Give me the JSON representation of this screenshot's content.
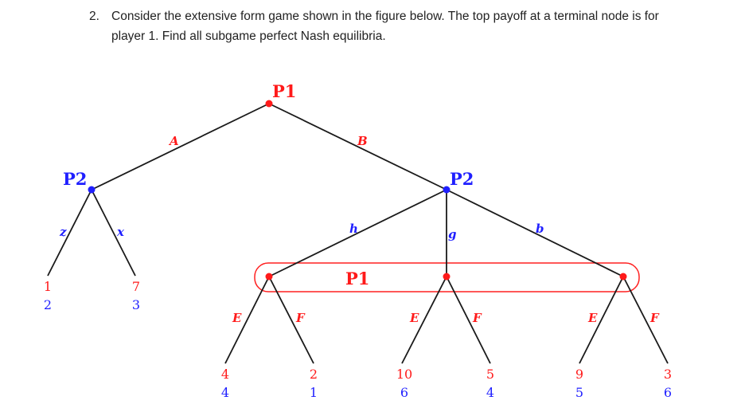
{
  "question": {
    "number": "2.",
    "line1": "Consider the extensive form game shown in the figure below. The top payoff at a terminal node is for",
    "line2": "player 1. Find all subgame perfect Nash equilibria."
  },
  "colors": {
    "player1": "#ff1a1a",
    "player2": "#1f1fff",
    "edge": "#1a1a1a",
    "info_set": "#ff2020"
  },
  "game_tree": {
    "root": {
      "player": "P1",
      "actions": [
        "A",
        "B"
      ]
    },
    "left_p2": {
      "player": "P2",
      "actions": [
        "z",
        "x"
      ],
      "terminals": [
        {
          "action": "z",
          "payoff_p1": "1",
          "payoff_p2": "2"
        },
        {
          "action": "x",
          "payoff_p1": "7",
          "payoff_p2": "3"
        }
      ]
    },
    "right_p2": {
      "player": "P2",
      "actions": [
        "h",
        "g",
        "b"
      ]
    },
    "info_set": {
      "player": "P1",
      "actions": [
        "E",
        "F"
      ],
      "nodes": [
        {
          "after": "h",
          "terminals": [
            {
              "action": "E",
              "payoff_p1": "4",
              "payoff_p2": "4"
            },
            {
              "action": "F",
              "payoff_p1": "2",
              "payoff_p2": "1"
            }
          ]
        },
        {
          "after": "g",
          "terminals": [
            {
              "action": "E",
              "payoff_p1": "10",
              "payoff_p2": "6"
            },
            {
              "action": "F",
              "payoff_p1": "5",
              "payoff_p2": "4"
            }
          ]
        },
        {
          "after": "b",
          "terminals": [
            {
              "action": "E",
              "payoff_p1": "9",
              "payoff_p2": "5"
            },
            {
              "action": "F",
              "payoff_p1": "3",
              "payoff_p2": "6"
            }
          ]
        }
      ]
    }
  }
}
